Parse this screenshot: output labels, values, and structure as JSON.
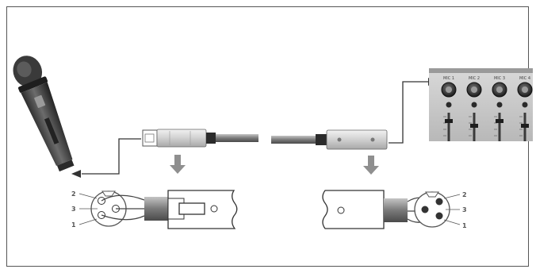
{
  "diagram": {
    "xlr_female_pins": [
      "2",
      "3",
      "1"
    ],
    "xlr_male_pins": [
      "2",
      "3",
      "1"
    ],
    "mixer_channels": [
      "MIC 1",
      "MIC 2",
      "MIC 3",
      "MIC 4"
    ]
  },
  "colors": {
    "frame": "#555555",
    "wire": "#333333",
    "arrow": "#8f8f8f",
    "metal": "#bdbdbd",
    "cable": "#8a8a8a"
  }
}
